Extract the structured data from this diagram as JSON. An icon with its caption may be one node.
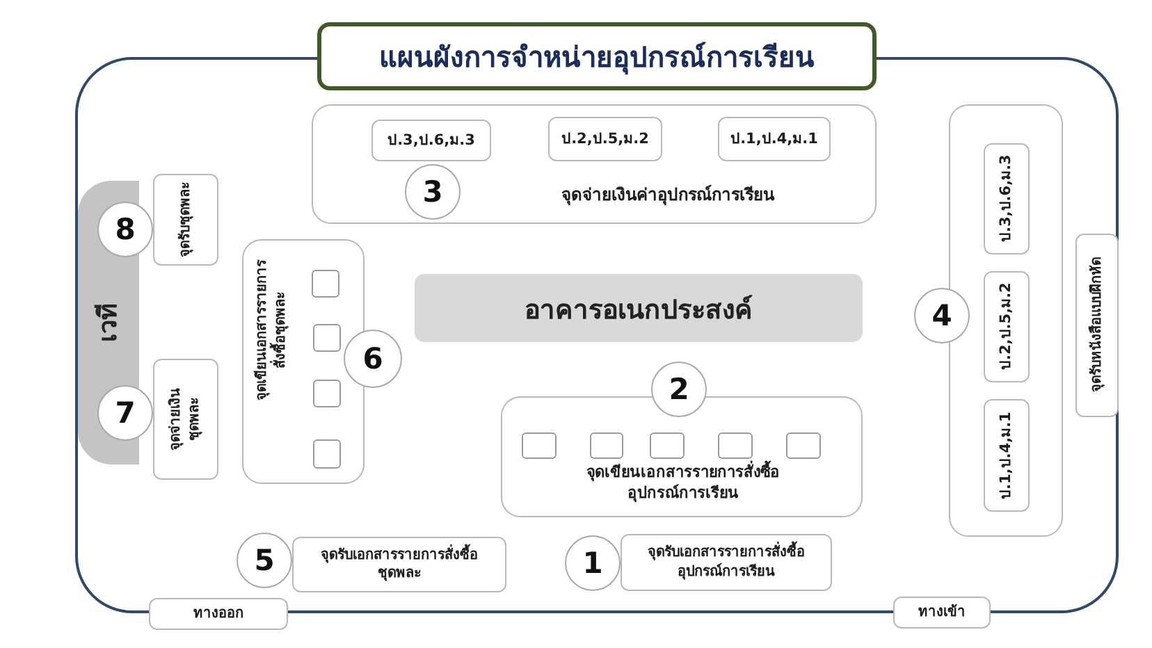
{
  "diagram": {
    "title": "แผนผังการจำหน่ายอุปกรณ์การเรียน",
    "nodes": [
      {
        "text": [
          "จุดจ่ายเงินค่าอุปกรณ์การเรียน"
        ]
      },
      {
        "text": [
          "ป.3,ป.6,ม.3"
        ],
        "in": 0
      },
      {
        "text": [
          "ป.2,ป.5,ม.2"
        ],
        "in": 0
      },
      {
        "text": [
          "ป.1,ป.4,ม.1"
        ],
        "in": 0
      },
      {
        "text": [
          "3"
        ],
        "in": 0
      },
      {
        "text": [],
        "shape": "box"
      },
      {
        "text": [
          "ป.3,ป.6,ม.3"
        ],
        "in": 5
      },
      {
        "text": [
          "ป.2,ป.5,ม.2"
        ],
        "in": 5
      },
      {
        "text": [
          "ป.1,ป.4,ม.1"
        ],
        "in": 5
      },
      {
        "text": [
          "4"
        ]
      },
      {
        "text": [
          "จุดรับหนังสือแบบฝึกหัด"
        ]
      },
      {
        "text": [
          "เวที"
        ]
      },
      {
        "text": [
          "8"
        ]
      },
      {
        "text": [
          "จุดรับชุดพละ"
        ]
      },
      {
        "text": [
          "7"
        ]
      },
      {
        "text": [
          "จุดจ่ายเงินชุดพละ"
        ]
      },
      {
        "text": [
          "จุดเขียนเอกสารรายการสั่งซื้อชุดพละ"
        ]
      },
      {
        "text": [],
        "shape": "box",
        "in": 16
      },
      {
        "text": [],
        "shape": "box",
        "in": 16
      },
      {
        "text": [],
        "shape": "box",
        "in": 16
      },
      {
        "text": [],
        "shape": "box",
        "in": 16
      },
      {
        "text": [
          "6"
        ]
      },
      {
        "text": [
          "อาคารอเนกประสงค์"
        ]
      },
      {
        "text": [
          "2"
        ]
      },
      {
        "text": [
          "จุดเขียนเอกสารรายการสั่งซื้ออุปกรณ์การเรียน"
        ]
      },
      {
        "text": [],
        "shape": "box",
        "in": 24
      },
      {
        "text": [],
        "shape": "box",
        "in": 24
      },
      {
        "text": [],
        "shape": "box",
        "in": 24
      },
      {
        "text": [],
        "shape": "box",
        "in": 24
      },
      {
        "text": [],
        "shape": "box",
        "in": 24
      },
      {
        "text": [
          "5"
        ]
      },
      {
        "text": [
          "จุดรับเอกสารรายการสั่งซื้อชุดพละ"
        ]
      },
      {
        "text": [
          "1"
        ]
      },
      {
        "text": [
          "จุดรับเอกสารรายการสั่งซื้ออุปกรณ์การเรียน"
        ]
      },
      {
        "text": [
          "ทางออก"
        ]
      },
      {
        "text": [
          "ทางเข้า"
        ]
      }
    ]
  }
}
